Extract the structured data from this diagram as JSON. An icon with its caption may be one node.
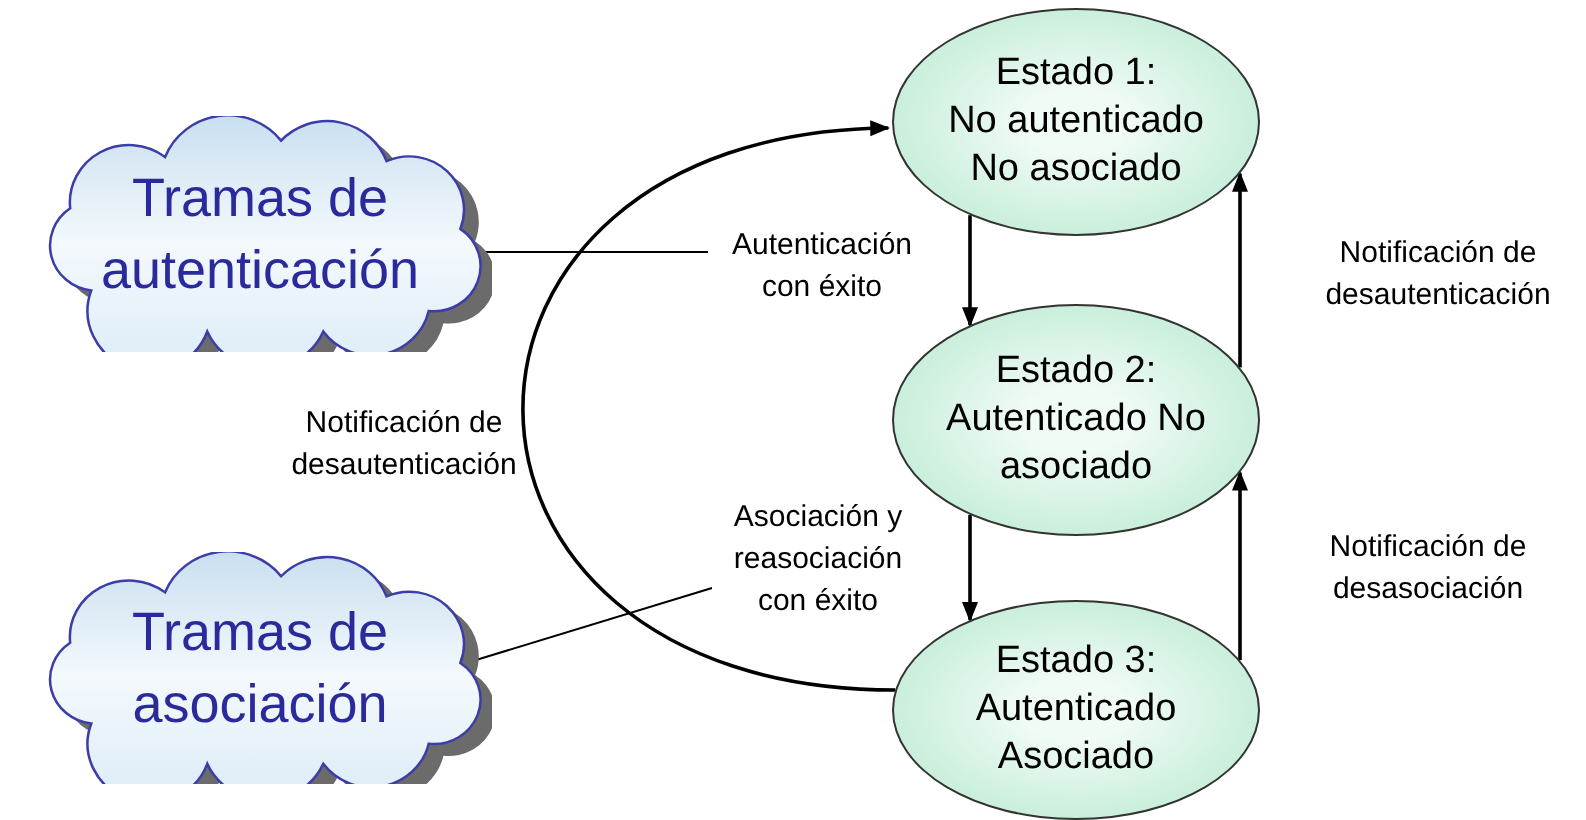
{
  "diagram": {
    "nodes": [
      {
        "text": [
          "Tramas de autenticación"
        ]
      },
      {
        "text": [
          "Tramas de asociación"
        ]
      },
      {
        "text": [
          "Estado 1:",
          "No autenticado No asociado"
        ]
      },
      {
        "text": [
          "Estado 2:",
          "Autenticado No asociado"
        ]
      },
      {
        "text": [
          "Estado 3:",
          "Autenticado Asociado"
        ]
      },
      {
        "text": [
          "Autenticación con éxito"
        ]
      },
      {
        "text": [
          "Asociación y reasociación con éxito"
        ]
      }
    ],
    "edges": [
      {
        "from": 2,
        "to": 3,
        "arrow": "to"
      },
      {
        "from": 3,
        "to": 2,
        "arrow": "to",
        "label": "Notificación de desautenticación"
      },
      {
        "from": 3,
        "to": 4,
        "arrow": "to"
      },
      {
        "from": 4,
        "to": 3,
        "arrow": "to",
        "label": "Notificación de desasociación"
      },
      {
        "from": 4,
        "to": 2,
        "arrow": "to",
        "label": "Notificación de desautenticación"
      },
      {
        "from": 0,
        "to": 5,
        "arrow": "none"
      },
      {
        "from": 1,
        "to": 6,
        "arrow": "none"
      }
    ]
  }
}
